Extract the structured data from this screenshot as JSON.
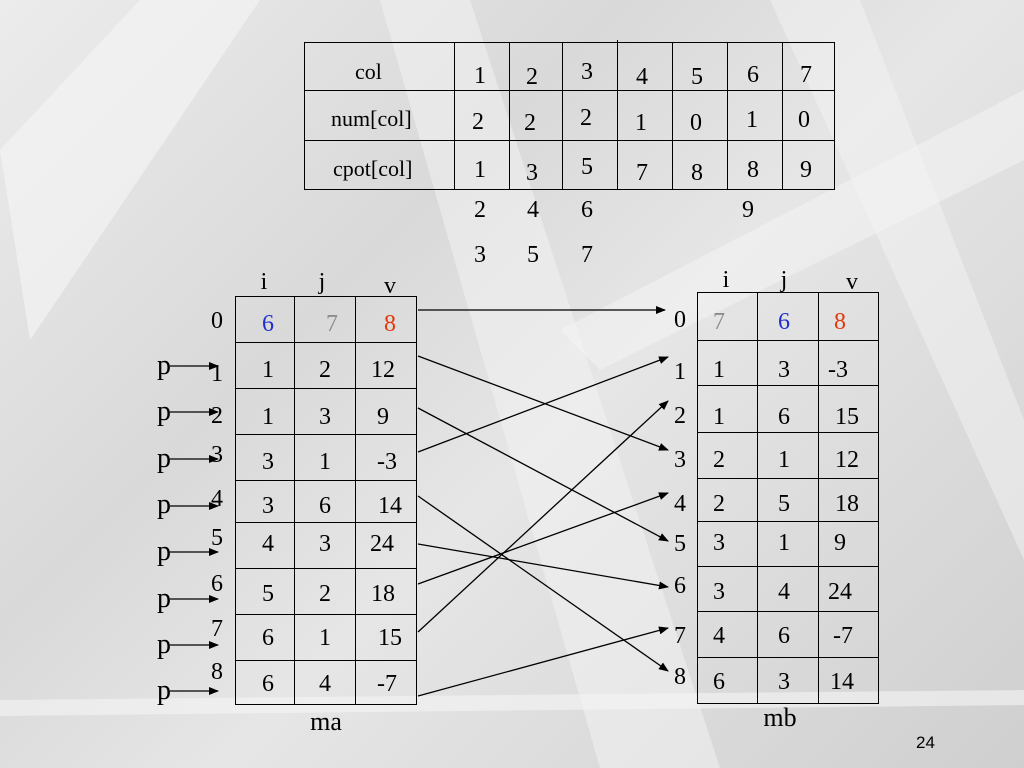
{
  "cpot_table": {
    "rows": [
      {
        "label": "col",
        "values": [
          "1",
          "2",
          "3",
          "4",
          "5",
          "6",
          "7"
        ]
      },
      {
        "label": "num[col]",
        "values": [
          "2",
          "2",
          "2",
          "1",
          "0",
          "1",
          "0"
        ]
      },
      {
        "label": "cpot[col]",
        "values": [
          "1",
          "3",
          "5",
          "7",
          "8",
          "8",
          "9"
        ]
      }
    ],
    "extra_rows": [
      [
        "2",
        "4",
        "6",
        "",
        "",
        "9",
        ""
      ],
      [
        "3",
        "5",
        "7",
        "",
        "",
        "",
        ""
      ]
    ]
  },
  "ma": {
    "name": "ma",
    "headers": [
      "i",
      "j",
      "v"
    ],
    "row_indices": [
      "0",
      "1",
      "2",
      "3",
      "4",
      "5",
      "6",
      "7",
      "8"
    ],
    "rows": [
      [
        "6",
        "7",
        "8"
      ],
      [
        "1",
        "2",
        "12"
      ],
      [
        "1",
        "3",
        "9"
      ],
      [
        "3",
        "1",
        "-3"
      ],
      [
        "3",
        "6",
        "14"
      ],
      [
        "4",
        "3",
        "24"
      ],
      [
        "5",
        "2",
        "18"
      ],
      [
        "6",
        "1",
        "15"
      ],
      [
        "6",
        "4",
        "-7"
      ]
    ]
  },
  "mb": {
    "name": "mb",
    "headers": [
      "i",
      "j",
      "v"
    ],
    "row_indices": [
      "0",
      "1",
      "2",
      "3",
      "4",
      "5",
      "6",
      "7",
      "8"
    ],
    "rows": [
      [
        "7",
        "6",
        "8"
      ],
      [
        "1",
        "3",
        "-3"
      ],
      [
        "1",
        "6",
        "15"
      ],
      [
        "2",
        "1",
        "12"
      ],
      [
        "2",
        "5",
        "18"
      ],
      [
        "3",
        "1",
        "9"
      ],
      [
        "3",
        "4",
        "24"
      ],
      [
        "4",
        "6",
        "-7"
      ],
      [
        "6",
        "3",
        "14"
      ]
    ]
  },
  "pointer_label": "p",
  "header_colors": {
    "blue": "#1f2fd0",
    "gray": "#8c8c8c",
    "red": "#e2380e"
  },
  "page_number": "24"
}
